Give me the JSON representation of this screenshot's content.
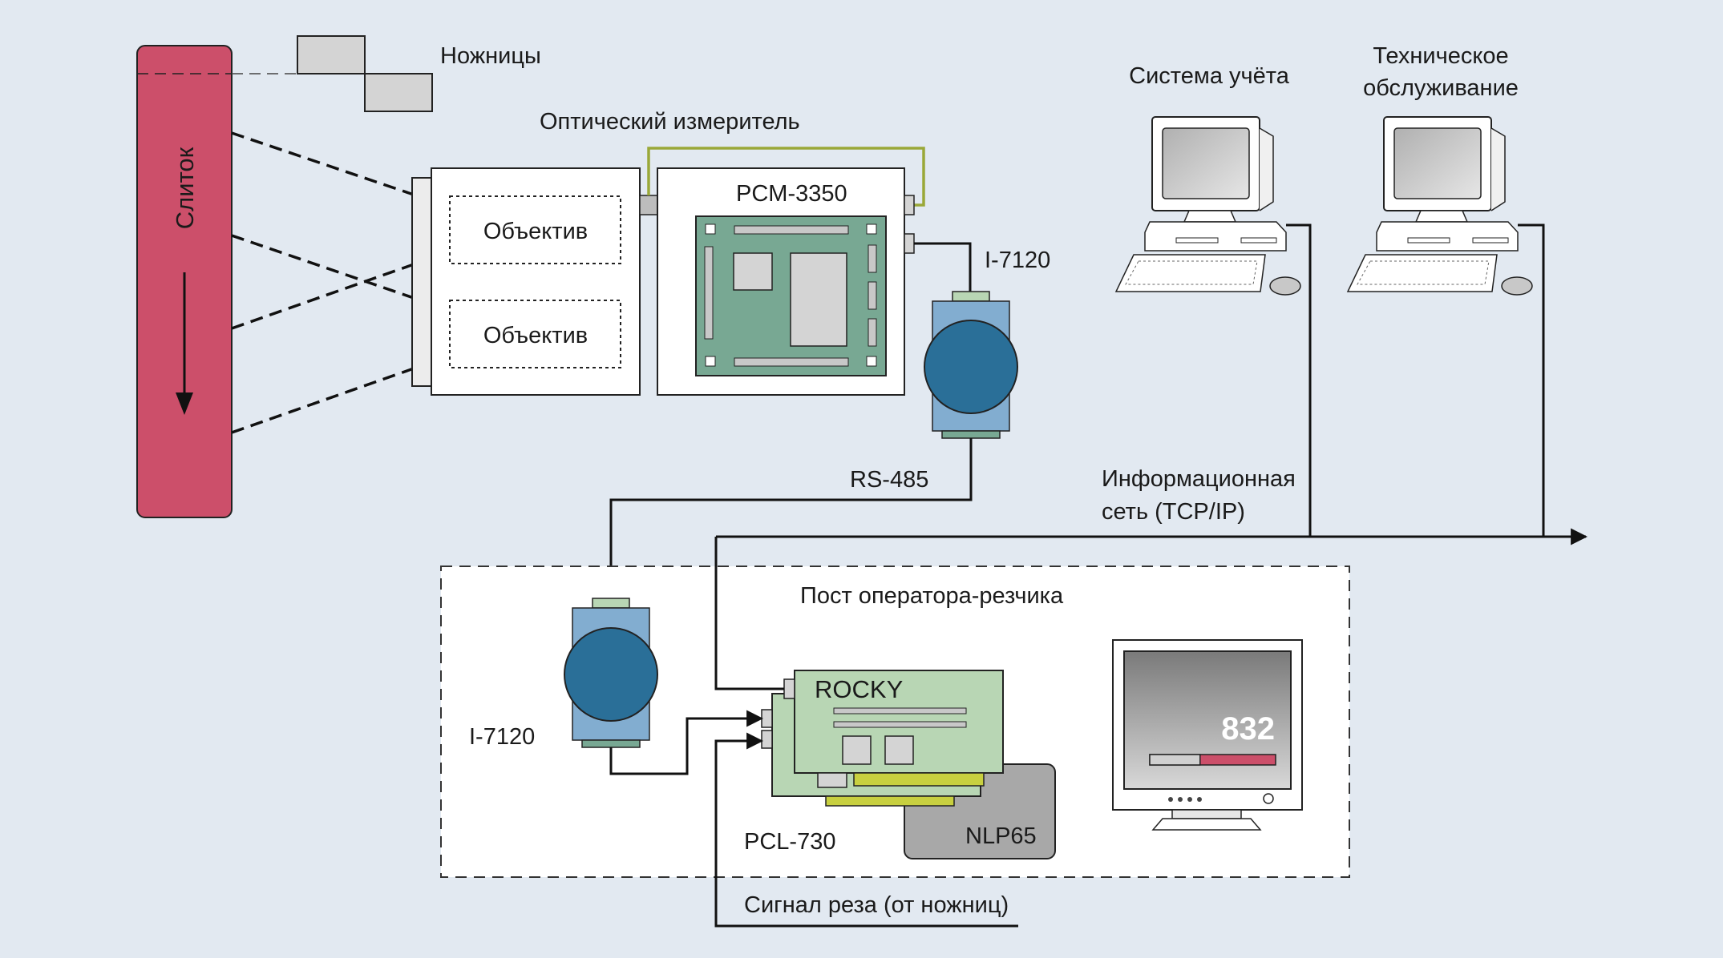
{
  "labels": {
    "ingot": "Слиток",
    "shears": "Ножницы",
    "optical_meter": "Оптический измеритель",
    "lens_top": "Объектив",
    "lens_bottom": "Объектив",
    "pcm": "PCM-3350",
    "i7120_top": "I-7120",
    "i7120_bottom": "I-7120",
    "rs485": "RS-485",
    "accounting": "Система учёта",
    "maintenance_line1": "Техническое",
    "maintenance_line2": "обслуживание",
    "network_line1": "Информационная",
    "network_line2": "сеть (TCP/IP)",
    "operator_post": "Пост оператора-резчика",
    "rocky": "ROCKY",
    "pcl": "PCL-730",
    "nlp": "NLP65",
    "display_value": "832",
    "cut_signal": "Сигнал реза (от ножниц)"
  },
  "colors": {
    "background": "#e2e9f1",
    "ingot": "#cc4f6a",
    "board_green": "#78a893",
    "card_green": "#b8d6b4",
    "module_blue": "#82add0",
    "module_dark": "#2a6f98",
    "optical_cable": "#9aa838",
    "nlp_gray": "#a8a8a8"
  },
  "display": {
    "progress": 0.4
  }
}
